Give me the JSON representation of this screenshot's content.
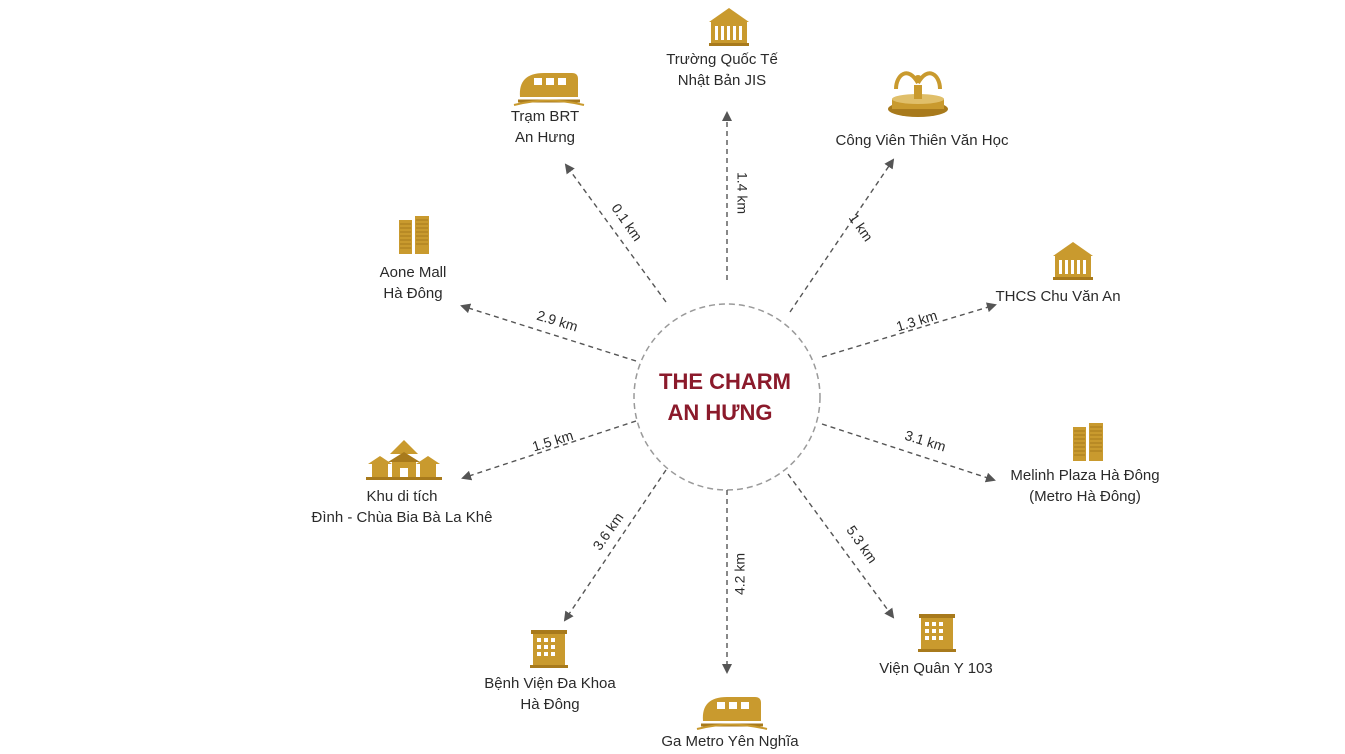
{
  "center": {
    "line1": "THE CHARM",
    "line2": "AN HƯNG",
    "color": "#8b1a2b"
  },
  "colors": {
    "icon_gold": "#c99a2e",
    "icon_gold_dark": "#a87a1c",
    "line": "#555555",
    "text": "#2a2a2a"
  },
  "destinations": [
    {
      "id": "jis",
      "icon": "school-building-icon",
      "lines": [
        "Trường Quốc Tế",
        "Nhật Bản JIS"
      ],
      "distance": "1.4 km"
    },
    {
      "id": "park",
      "icon": "fountain-icon",
      "lines": [
        "Công Viên Thiên Văn Học"
      ],
      "distance": "1 km"
    },
    {
      "id": "thcs",
      "icon": "school-building-icon",
      "lines": [
        "THCS Chu Văn An"
      ],
      "distance": "1.3 km"
    },
    {
      "id": "melinh",
      "icon": "towers-icon",
      "lines": [
        "Melinh Plaza Hà Đông",
        "(Metro Hà Đông)"
      ],
      "distance": "3.1 km"
    },
    {
      "id": "vqy",
      "icon": "hospital-building-icon",
      "lines": [
        "Viện Quân Y 103"
      ],
      "distance": "5.3 km"
    },
    {
      "id": "metro",
      "icon": "train-icon",
      "lines": [
        "Ga Metro Yên Nghĩa"
      ],
      "distance": "4.2 km"
    },
    {
      "id": "bvdk",
      "icon": "hospital-building-icon",
      "lines": [
        "Bệnh Viện Đa Khoa",
        "Hà Đông"
      ],
      "distance": "3.6 km"
    },
    {
      "id": "dinh",
      "icon": "pagoda-icon",
      "lines": [
        "Khu di tích",
        "Đình - Chùa Bia Bà La Khê"
      ],
      "distance": "1.5 km"
    },
    {
      "id": "aone",
      "icon": "towers-icon",
      "lines": [
        "Aone Mall",
        "Hà Đông"
      ],
      "distance": "2.9 km"
    },
    {
      "id": "brt",
      "icon": "train-icon",
      "lines": [
        "Trạm BRT",
        "An Hưng"
      ],
      "distance": "0.1 km"
    }
  ]
}
